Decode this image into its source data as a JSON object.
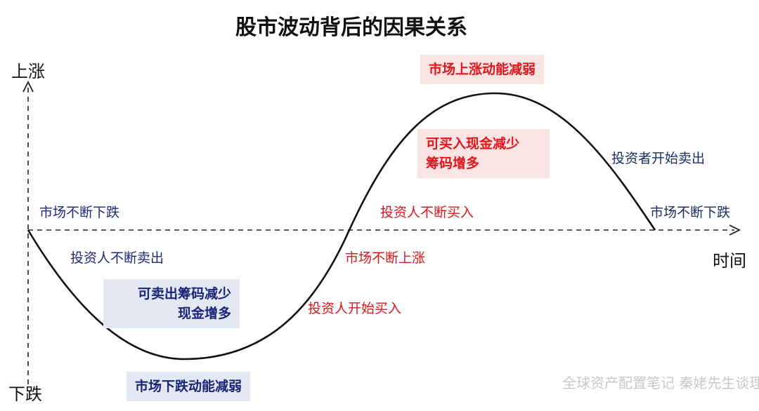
{
  "title": "股市波动背后的因果关系",
  "axes": {
    "y_up": "上涨",
    "y_down": "下跌",
    "x": "时间"
  },
  "labels": {
    "falling_market_left": "市场不断下跌",
    "investors_selling": "投资人不断卖出",
    "box_bottom_left": [
      "可卖出筹码减少",
      "现金增多"
    ],
    "momentum_fall_weak": "市场下跌动能减弱",
    "investors_start_buy": "投资人开始买入",
    "market_rising": "市场不断上涨",
    "investors_buying": "投资人不断买入",
    "box_top_mid": [
      "可买入现金减少",
      "筹码增多"
    ],
    "momentum_rise_weak": "市场上涨动能减弱",
    "investors_start_sell": "投资者开始卖出",
    "falling_market_right": "市场不断下跌"
  },
  "watermark": "全球资产配置笔记 秦姥先生谈理财",
  "colors": {
    "navy_text": "#1f2a7a",
    "red_text": "#e0161c",
    "blue_box": "#e3e8f3",
    "pink_box": "#fbe4e4"
  }
}
